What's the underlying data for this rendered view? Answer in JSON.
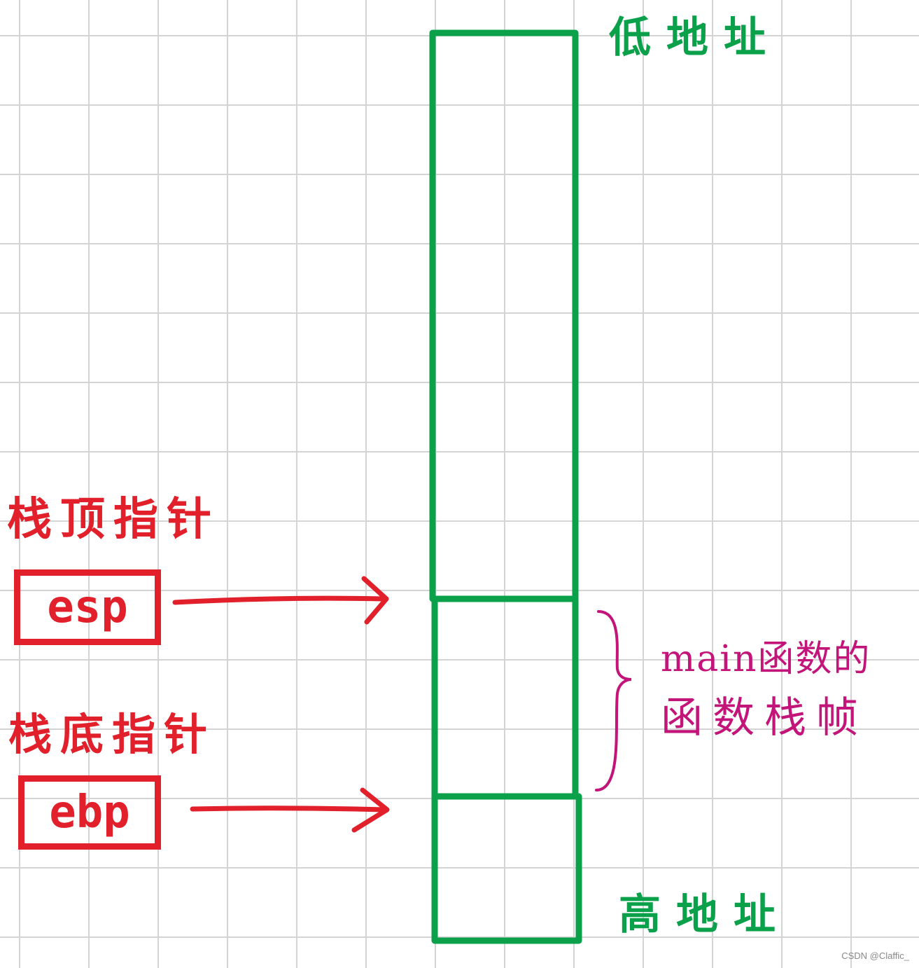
{
  "labels": {
    "low_address": "低地址",
    "high_address": "高地址",
    "stack_top_pointer": "栈顶指针",
    "stack_bottom_pointer": "栈底指针",
    "main_frame_line1": "main函数的",
    "main_frame_line2": "函数栈帧"
  },
  "registers": {
    "esp": "esp",
    "ebp": "ebp"
  },
  "watermark": "CSDN @Claffic_",
  "colors": {
    "stack_green": "#0aa14a",
    "pointer_red": "#e1202b",
    "brace_magenta": "#c3147a",
    "grid": "#d4d4d4"
  }
}
